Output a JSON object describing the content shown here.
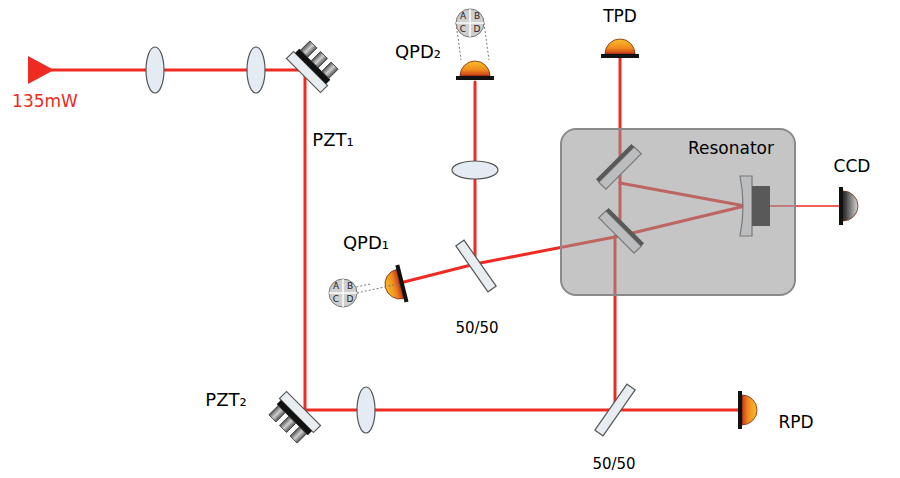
{
  "diagram": {
    "nodes": [
      {
        "text": [
          "Resonator"
        ]
      }
    ],
    "labels": [
      "135mW",
      "PZT₁",
      "QPD₂",
      "A",
      "B",
      "C",
      "D",
      "TPD",
      "CCD",
      "QPD₁",
      "A",
      "B",
      "C",
      "D",
      "50/50",
      "PZT₂",
      "50/50",
      "RPD"
    ]
  }
}
